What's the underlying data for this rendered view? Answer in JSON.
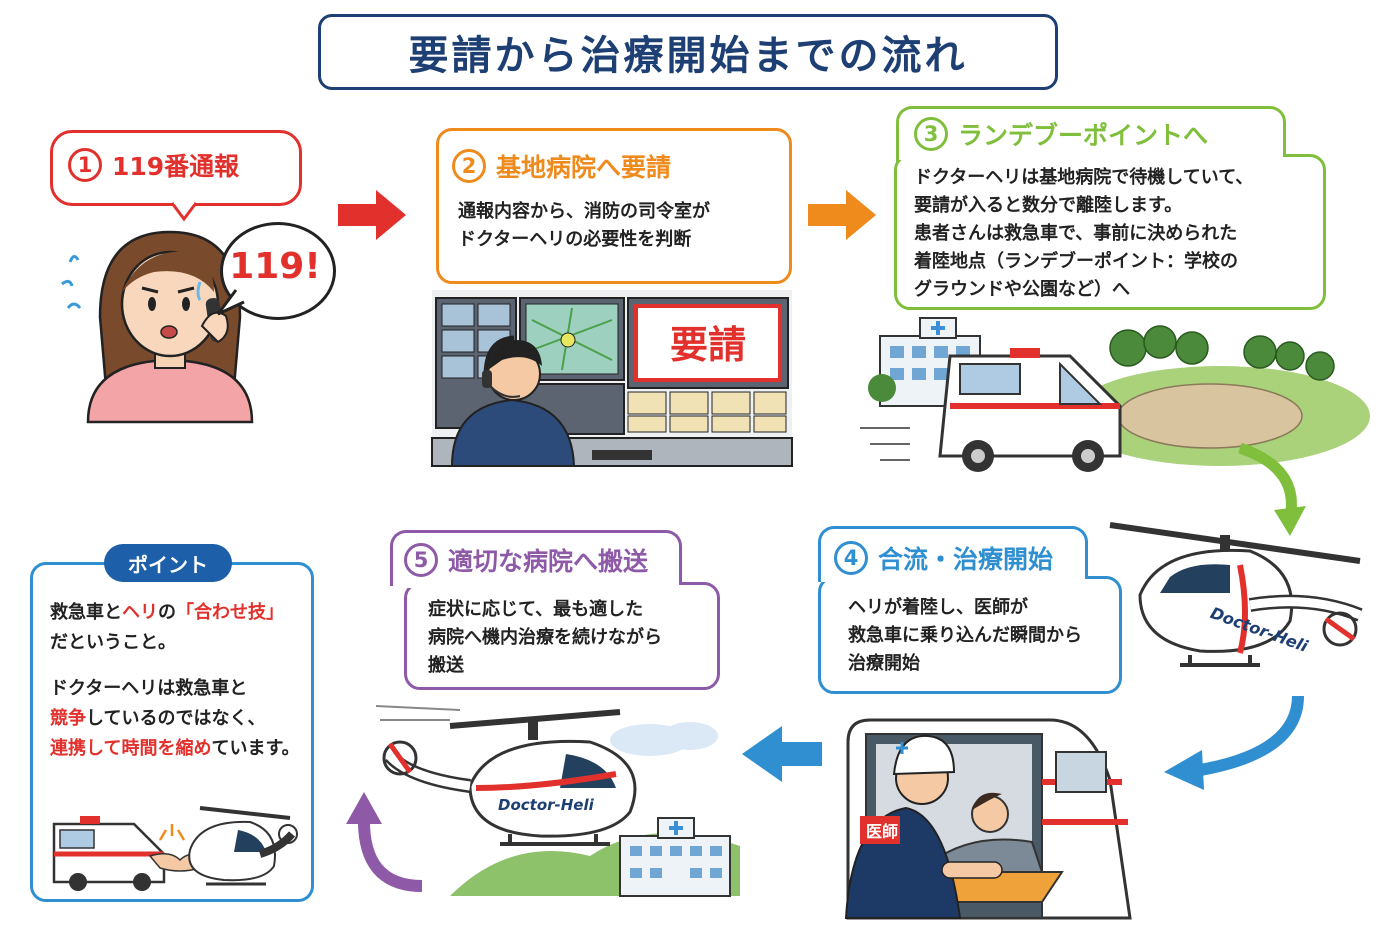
{
  "title": "要請から治療開始までの流れ",
  "colors": {
    "navy": "#1d3f73",
    "red": "#e2312d",
    "orange": "#ef8a1d",
    "green": "#7fbf3c",
    "blue": "#2f8fd0",
    "purple": "#8e5aa8"
  },
  "steps": [
    {
      "num": "1",
      "title": "119番通報",
      "bubble_text": "119!"
    },
    {
      "num": "2",
      "title": "基地病院へ要請",
      "body": "通報内容から、消防の司令室が\nドクターヘリの必要性を判断",
      "screen_text": "要請"
    },
    {
      "num": "3",
      "title": "ランデブーポイントへ",
      "body": "ドクターヘリは基地病院で待機していて、\n要請が入ると数分で離陸します。\n患者さんは救急車で、事前に決められた\n着陸地点（ランデブーポイント：学校の\nグラウンドや公園など）へ"
    },
    {
      "num": "4",
      "title": "合流・治療開始",
      "body": "ヘリが着陸し、医師が\n救急車に乗り込んだ瞬間から\n治療開始",
      "badge_text": "医師"
    },
    {
      "num": "5",
      "title": "適切な病院へ搬送",
      "body": "症状に応じて、最も適した\n病院へ機内治療を続けながら\n搬送"
    }
  ],
  "point": {
    "label": "ポイント",
    "line1_a": "救急車と",
    "line1_b": "ヘリ",
    "line1_c": "の",
    "line1_d": "「合わせ技」",
    "line2": "だということ。",
    "line3": "ドクターヘリは救急車と",
    "line4_a": "競争",
    "line4_b": "しているのではなく、",
    "line5_a": "連携して時間を縮め",
    "line5_b": "ています。"
  },
  "heli_label": "Doctor-Heli"
}
